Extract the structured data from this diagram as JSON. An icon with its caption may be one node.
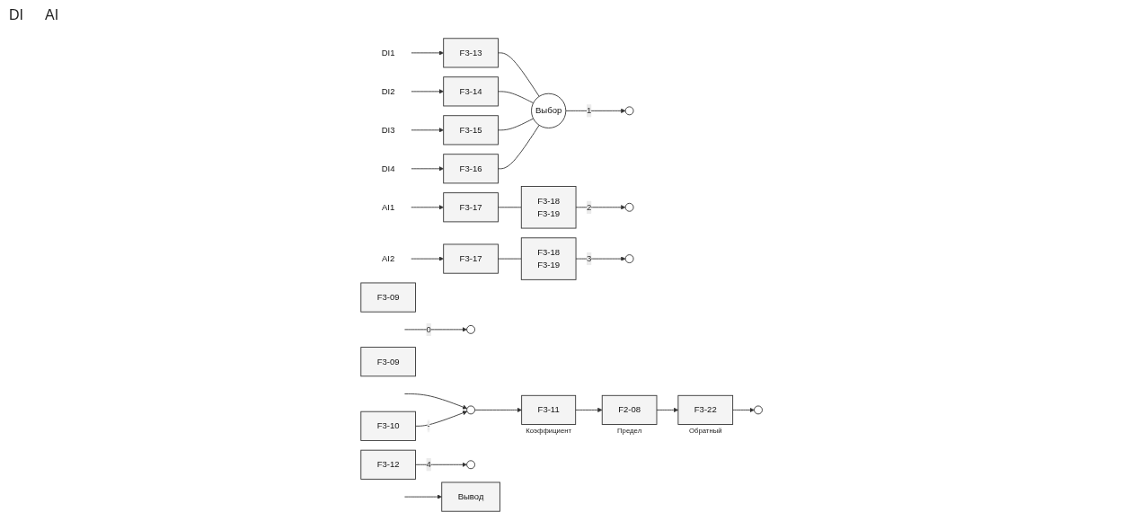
{
  "diagram": {
    "nodes": [
      {
        "text": [
          "DI1"
        ]
      },
      {
        "text": [
          "F3-13"
        ]
      },
      {
        "text": [
          "DI2"
        ]
      },
      {
        "text": [
          "F3-14"
        ]
      },
      {
        "text": [
          "DI3"
        ]
      },
      {
        "text": [
          "F3-15"
        ]
      },
      {
        "text": [
          "DI4"
        ]
      },
      {
        "text": [
          "F3-16"
        ]
      },
      {
        "text": [
          "Выбор"
        ]
      },
      {
        "text": [
          "AI1"
        ]
      },
      {
        "text": [
          "F3-17"
        ]
      },
      {
        "text": [
          "F3-18",
          "F3-19"
        ]
      },
      {
        "text": [
          "AI2"
        ]
      },
      {
        "text": [
          "F3-17"
        ]
      },
      {
        "text": [
          "F3-18",
          "F3-19"
        ]
      },
      {
        "text": [],
        "shape": "circle"
      },
      {
        "text": [],
        "shape": "circle"
      },
      {
        "text": [],
        "shape": "circle"
      },
      {
        "text": [],
        "shape": "circle"
      },
      {
        "text": [
          "F3-09"
        ]
      },
      {
        "text": [
          "F3-10"
        ]
      },
      {
        "text": [],
        "shape": "circle"
      },
      {
        "text": [
          "F3-11"
        ],
        "beside": [
          "Коэффициент"
        ]
      },
      {
        "text": [
          "F2-08"
        ],
        "beside": [
          "Предел"
        ]
      },
      {
        "text": [
          "F3-22"
        ],
        "beside": [
          "Обратный"
        ]
      },
      {
        "text": [
          "F3-09"
        ]
      },
      {
        "text": [],
        "shape": "circle"
      },
      {
        "text": [],
        "shape": "circle"
      },
      {
        "text": [
          "F3-12"
        ]
      },
      {
        "text": [
          "Вывод"
        ]
      }
    ],
    "edges": [
      {
        "from": 0,
        "to": 1,
        "arrow": "to"
      },
      {
        "from": 2,
        "to": 3,
        "arrow": "to"
      },
      {
        "from": 4,
        "to": 5,
        "arrow": "to"
      },
      {
        "from": 6,
        "to": 7,
        "arrow": "to"
      },
      {
        "from": 1,
        "to": 8,
        "arrow": "none"
      },
      {
        "from": 3,
        "to": 8,
        "arrow": "none"
      },
      {
        "from": 5,
        "to": 8,
        "arrow": "none"
      },
      {
        "from": 7,
        "to": 8,
        "arrow": "none"
      },
      {
        "from": 9,
        "to": 10,
        "arrow": "to"
      },
      {
        "from": 10,
        "to": 11,
        "arrow": "none"
      },
      {
        "from": 12,
        "to": 13,
        "arrow": "to"
      },
      {
        "from": 13,
        "to": 14,
        "arrow": "none"
      },
      {
        "from": null,
        "to": 15,
        "label": "0",
        "arrow": "to"
      },
      {
        "from": 8,
        "to": 16,
        "label": "1",
        "arrow": "to"
      },
      {
        "from": 11,
        "to": 17,
        "label": "2",
        "arrow": "to"
      },
      {
        "from": 14,
        "to": 18,
        "label": "3",
        "arrow": "to"
      },
      {
        "from": null,
        "to": 21,
        "arrow": "to"
      },
      {
        "from": 20,
        "to": 21,
        "label": "-",
        "arrow": "to"
      },
      {
        "from": 21,
        "to": 22,
        "arrow": "to"
      },
      {
        "from": 22,
        "to": 23,
        "arrow": "to"
      },
      {
        "from": 23,
        "to": 24,
        "arrow": "to"
      },
      {
        "from": 24,
        "to": 26,
        "arrow": "to"
      },
      {
        "from": 28,
        "to": 27,
        "label": "4",
        "arrow": "to"
      },
      {
        "from": null,
        "to": 29,
        "arrow": "to"
      }
    ],
    "labels": [
      "DI",
      "AI"
    ]
  }
}
